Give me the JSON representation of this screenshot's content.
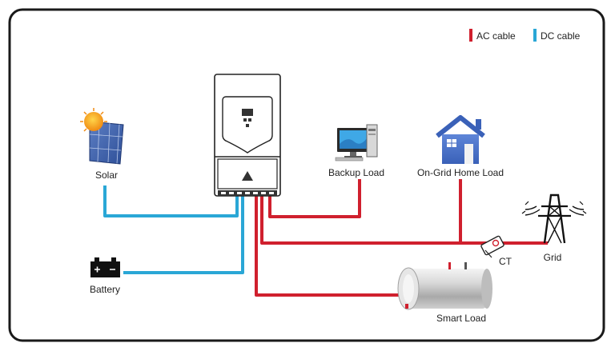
{
  "legend": {
    "ac_label": "AC cable",
    "dc_label": "DC cable",
    "ac_color": "#d0202e",
    "dc_color": "#2aa7d6"
  },
  "nodes": {
    "solar": "Solar",
    "battery": "Battery",
    "backup_load": "Backup Load",
    "home_load": "On-Grid Home Load",
    "grid": "Grid",
    "ct": "CT",
    "smart_load": "Smart Load"
  },
  "icons": {
    "solar": "solar-panel-icon",
    "battery": "battery-icon",
    "backup_load": "desktop-computer-icon",
    "home_load": "house-icon",
    "grid": "transmission-tower-icon",
    "ct": "current-transformer-icon",
    "smart_load": "water-heater-icon",
    "inverter": "inverter-icon"
  }
}
